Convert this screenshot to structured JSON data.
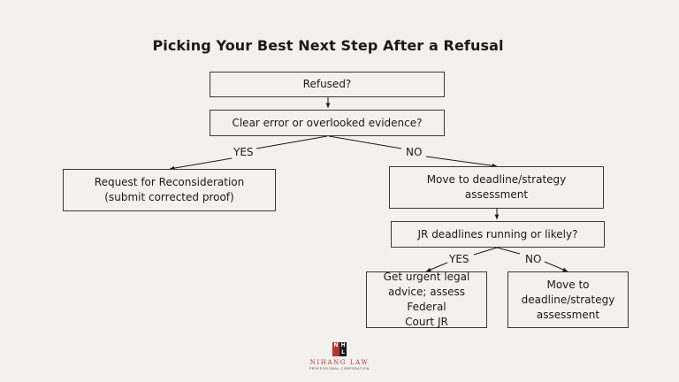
{
  "title": "Picking Your Best Next Step After a Refusal",
  "nodes": {
    "refused": "Refused?",
    "clear_error": "Clear error or overlooked evidence?",
    "reconsideration": "Request for Reconsideration\n(submit corrected proof)",
    "deadline_assessment": "Move to deadline/strategy\nassessment",
    "jr_deadlines": "JR deadlines running or likely?",
    "urgent_advice": "Get urgent legal\nadvice; assess Federal\nCourt JR",
    "deadline_assessment_2": "Move to\ndeadline/strategy\nassessment"
  },
  "edge_labels": {
    "yes_1": "YES",
    "no_1": "NO",
    "yes_2": "YES",
    "no_2": "NO"
  },
  "logo": {
    "letters": [
      "N",
      "H",
      "",
      "L"
    ],
    "name": "NIHANG LAW",
    "subtitle": "PROFESSIONAL CORPORATION"
  },
  "colors": {
    "background": "#f3f0ee",
    "border": "#3a3a3a",
    "logo_red": "#b5352d"
  }
}
